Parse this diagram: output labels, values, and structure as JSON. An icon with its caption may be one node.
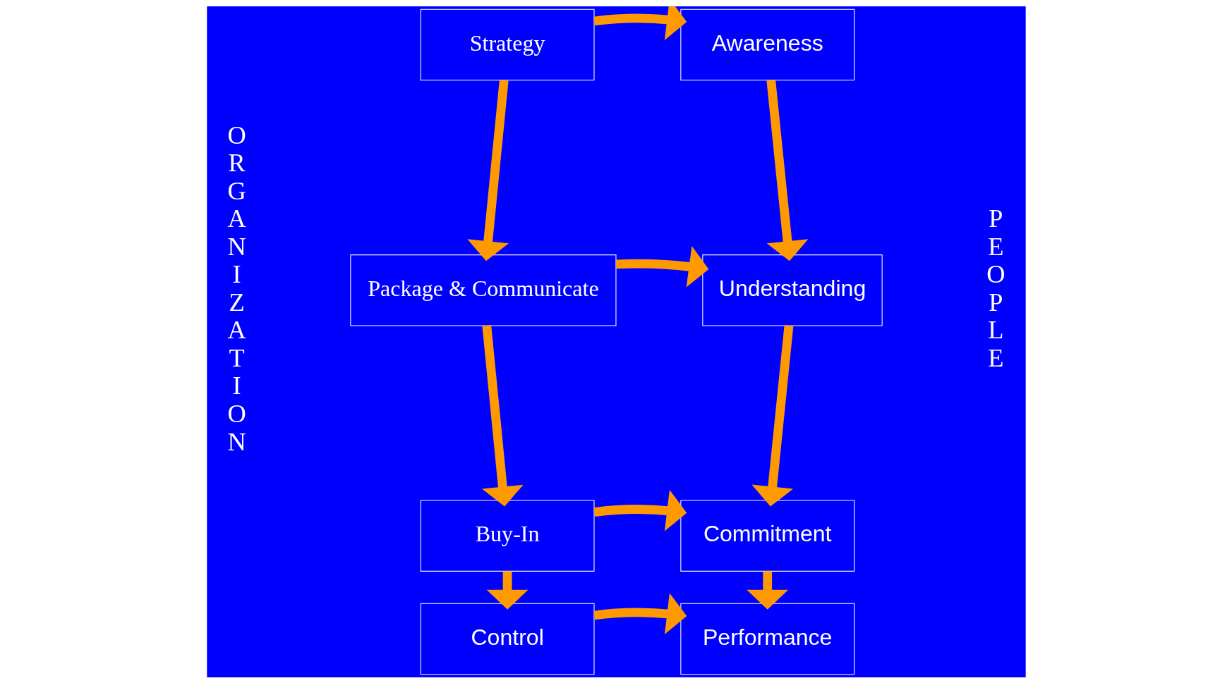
{
  "diagram": {
    "nodes": [
      {
        "text": [
          "Strategy"
        ]
      },
      {
        "text": [
          "Package & Communicate"
        ]
      },
      {
        "text": [
          "Buy-In"
        ]
      },
      {
        "text": [
          "Control"
        ]
      },
      {
        "text": [
          "Awareness"
        ]
      },
      {
        "text": [
          "Understanding"
        ]
      },
      {
        "text": [
          "Commitment"
        ]
      },
      {
        "text": [
          "Performance"
        ]
      }
    ],
    "edges": [
      {
        "from": 0,
        "to": 1,
        "arrow": "to"
      },
      {
        "from": 1,
        "to": 2,
        "arrow": "to"
      },
      {
        "from": 2,
        "to": 3,
        "arrow": "to"
      },
      {
        "from": 4,
        "to": 5,
        "arrow": "to"
      },
      {
        "from": 5,
        "to": 6,
        "arrow": "to"
      },
      {
        "from": 6,
        "to": 7,
        "arrow": "to"
      },
      {
        "from": 0,
        "to": 4,
        "arrow": "to"
      },
      {
        "from": 1,
        "to": 5,
        "arrow": "to"
      },
      {
        "from": 2,
        "to": 6,
        "arrow": "to"
      },
      {
        "from": 3,
        "to": 7,
        "arrow": "to"
      }
    ],
    "labels": [
      "ORGANIZATION",
      "PEOPLE"
    ]
  }
}
